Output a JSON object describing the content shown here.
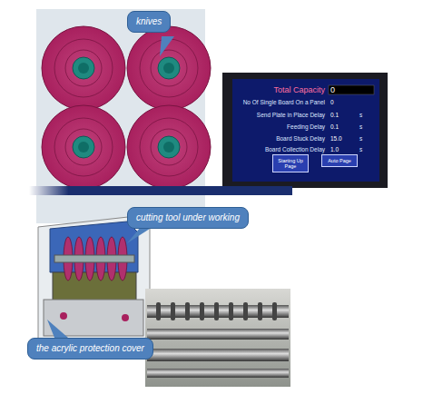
{
  "diagram": {
    "nodes": [
      {
        "text": [
          "knives"
        ]
      },
      {
        "text": [
          "Starting Up Page"
        ]
      },
      {
        "text": [
          "Auto Page"
        ]
      },
      {
        "text": [
          "cutting tool under working"
        ]
      },
      {
        "text": [
          "the acrylic protection cover"
        ]
      }
    ],
    "labels": [
      "Total Capacity",
      "0",
      "No Of Single Board On a Panel",
      "0",
      "Send Plate in Place Delay",
      "0.1",
      "s",
      "Feeding Delay",
      "0.1",
      "s",
      "Board Stuck Delay",
      "15.0",
      "s",
      "Board Collection Delay",
      "1.0",
      "s"
    ]
  }
}
